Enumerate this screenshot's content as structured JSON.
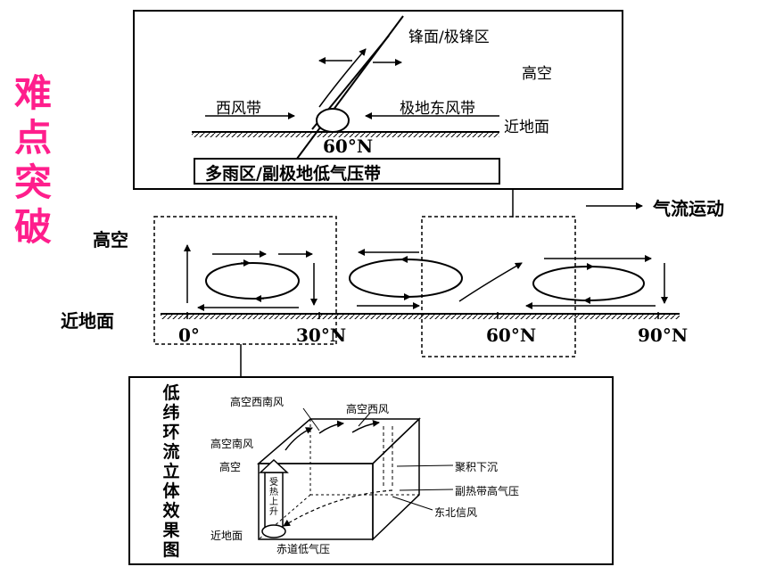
{
  "side_title": [
    "难",
    "点",
    "突",
    "破"
  ],
  "top_panel": {
    "front_label": "锋面/极锋区",
    "upper_air": "高空",
    "westerlies": "西风带",
    "polar_easterlies": "极地东风带",
    "near_ground": "近地面",
    "latitude": "60°N",
    "rain_zone": "多雨区/副极地低气压带"
  },
  "legend": {
    "airflow": "气流运动"
  },
  "middle": {
    "upper_air": "高空",
    "near_ground": "近地面",
    "lat_labels": [
      "0°",
      "30°N",
      "60°N",
      "90°N"
    ]
  },
  "bottom_panel": {
    "title_chars": [
      "低",
      "纬",
      "环",
      "流",
      "立",
      "体",
      "效",
      "果",
      "图"
    ],
    "upper_sw_wind": "高空西南风",
    "upper_west_wind": "高空西风",
    "upper_south_wind": "高空南风",
    "upper_air": "高空",
    "sinking": "聚积下沉",
    "subtropical_high": "副热带高气压",
    "ne_trades": "东北信风",
    "near_ground": "近地面",
    "equatorial_low": "赤道低气压",
    "heated_rising": [
      "受",
      "热",
      "上",
      "升"
    ]
  }
}
